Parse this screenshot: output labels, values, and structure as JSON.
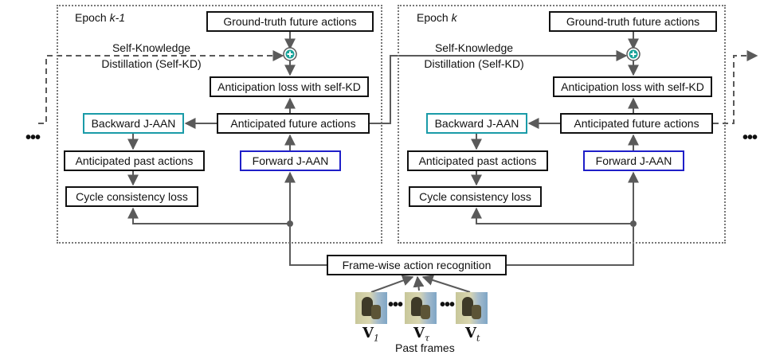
{
  "epochs": {
    "left": {
      "prefix": "Epoch ",
      "suffix": "k-1"
    },
    "right": {
      "prefix": "Epoch ",
      "suffix": "k"
    }
  },
  "nodes": {
    "ground_truth": "Ground-truth future actions",
    "anticipation_loss": "Anticipation loss with self-KD",
    "anticipated_future": "Anticipated future actions",
    "backward_jaan": "Backward J-AAN",
    "forward_jaan": "Forward J-AAN",
    "anticipated_past": "Anticipated past actions",
    "cycle_loss": "Cycle consistency loss",
    "frame_recognition": "Frame-wise action recognition"
  },
  "self_kd": {
    "line1": "Self-Knowledge",
    "line2": "Distillation (Self-KD)"
  },
  "ellipsis": "•••",
  "frames": {
    "v_symbol": "V",
    "subscripts": [
      "1",
      "τ",
      "t"
    ],
    "caption": "Past frames"
  },
  "colors": {
    "arrow": "#5a5a5a",
    "plus_fill": "#1aa39a",
    "backward_border": "#1a9ba8",
    "forward_border": "#1f1fc8"
  },
  "icons": {
    "combine": "plus-circle-icon"
  }
}
